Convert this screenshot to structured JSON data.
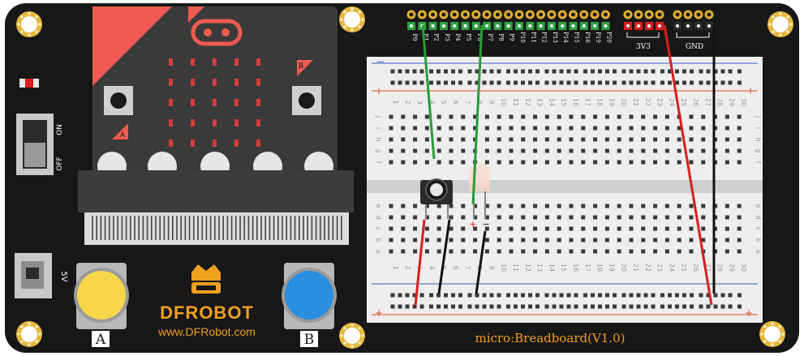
{
  "board": {
    "brand": "DFROBOT",
    "website": "www.DFRobot.com",
    "product": "micro:Breadboard(V1.0)",
    "button_a_label": "A",
    "button_b_label": "B",
    "switch_on_label": "ON",
    "switch_off_label": "OFF",
    "power_label": "5V",
    "microbit_a_label": "A",
    "microbit_b_label": "B",
    "header_3v3_label": "3V3",
    "header_gnd_label": "GND",
    "pin_labels": [
      "P0",
      "P1",
      "P2",
      "P3",
      "P4",
      "P5",
      "P6",
      "P7",
      "P8",
      "P9",
      "P10",
      "P11",
      "P12",
      "P13",
      "P14",
      "P15",
      "P16",
      "P19",
      "P20"
    ],
    "column_numbers": [
      "1",
      "2",
      "3",
      "4",
      "5",
      "6",
      "7",
      "8",
      "9",
      "10",
      "11",
      "12",
      "13",
      "14",
      "15",
      "16",
      "17",
      "18",
      "19",
      "20",
      "21",
      "22",
      "23",
      "24",
      "25",
      "26",
      "27",
      "28",
      "29",
      "30"
    ],
    "row_letters_top": [
      "j",
      "i",
      "h",
      "g",
      "f"
    ],
    "row_letters_bottom": [
      "e",
      "d",
      "c",
      "b",
      "a"
    ],
    "rail_plus": "+",
    "rail_minus": "−"
  },
  "colors": {
    "board": "#171717",
    "breadboard": "#eeeeee",
    "wire_red": "#d81e1e",
    "wire_green": "#2b9a3a",
    "wire_black": "#111111",
    "button_a": "#f7d64a",
    "button_b": "#2a8fe0",
    "logo": "#f0a020",
    "microbit_logo": "#ee5a52"
  }
}
